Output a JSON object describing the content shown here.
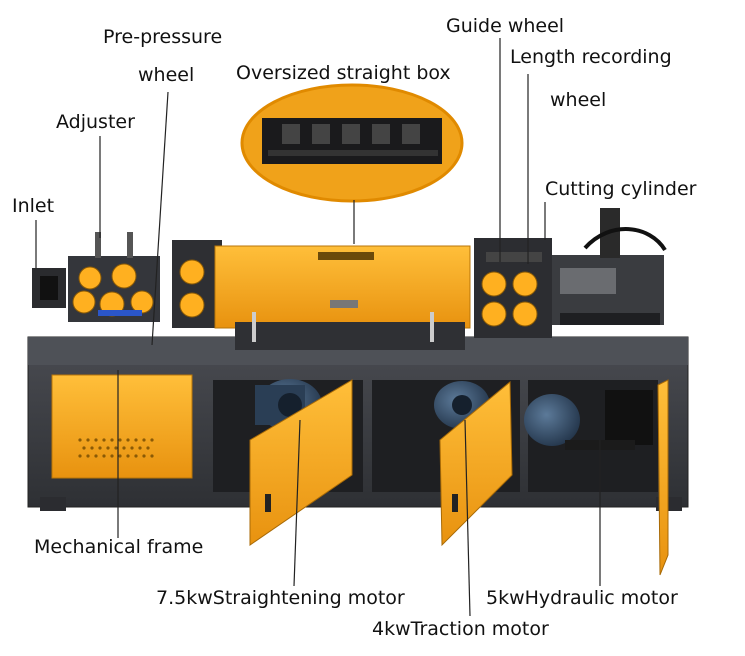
{
  "labels": {
    "pre_pressure_1": "Pre-pressure",
    "pre_pressure_2": "wheel",
    "adjuster": "Adjuster",
    "inlet": "Inlet",
    "oversized_box": "Oversized straight box",
    "guide_wheel": "Guide wheel",
    "length_recording_1": "Length recording",
    "length_recording_2": "wheel",
    "cutting_cylinder": "Cutting cylinder",
    "mechanical_frame": "Mechanical frame",
    "straightening_motor": "7.5kwStraightening motor",
    "traction_motor": "4kwTraction motor",
    "hydraulic_motor": "5kwHydraulic motor"
  },
  "colors": {
    "frame": "#3d3f45",
    "orange": "#f5a623",
    "orange_dark": "#d98a12",
    "motor": "#2f4660",
    "callout_line": "#222222"
  }
}
